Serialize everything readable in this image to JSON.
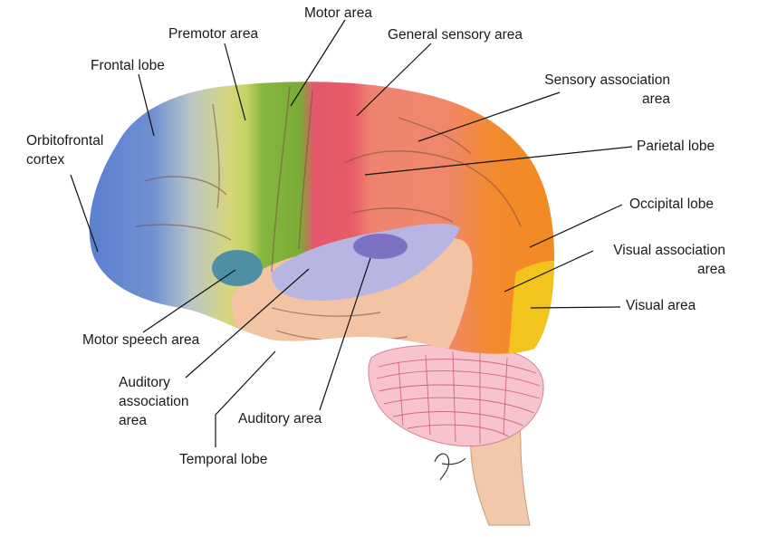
{
  "diagram": {
    "labels": {
      "orbitofrontal_cortex": [
        "Orbitofrontal",
        "cortex"
      ],
      "frontal_lobe": "Frontal lobe",
      "premotor_area": "Premotor area",
      "motor_area": "Motor area",
      "general_sensory_area": "General sensory area",
      "sensory_association_area": [
        "Sensory association",
        "area"
      ],
      "parietal_lobe": "Parietal lobe",
      "occipital_lobe": "Occipital lobe",
      "visual_association_area": [
        "Visual association",
        "area"
      ],
      "visual_area": "Visual area",
      "motor_speech_area": "Motor speech area",
      "auditory_association_area": [
        "Auditory",
        "association",
        "area"
      ],
      "auditory_area": "Auditory area",
      "temporal_lobe": "Temporal lobe"
    },
    "colors": {
      "frontal": "#5b82cf",
      "premotor": "#c9d36a",
      "motor": "#7fb13a",
      "sensory": "#e4596a",
      "parietal": "#ef8b6c",
      "occipital": "#f28a26",
      "visual": "#f3c31e",
      "temporal": "#f2c4a4",
      "auditory_assoc": "#b9b5e2",
      "auditory": "#7165bd",
      "motor_speech": "#4e8fa4",
      "cerebellum": "#f7c3cc",
      "brainstem": "#f2c8aa"
    }
  }
}
